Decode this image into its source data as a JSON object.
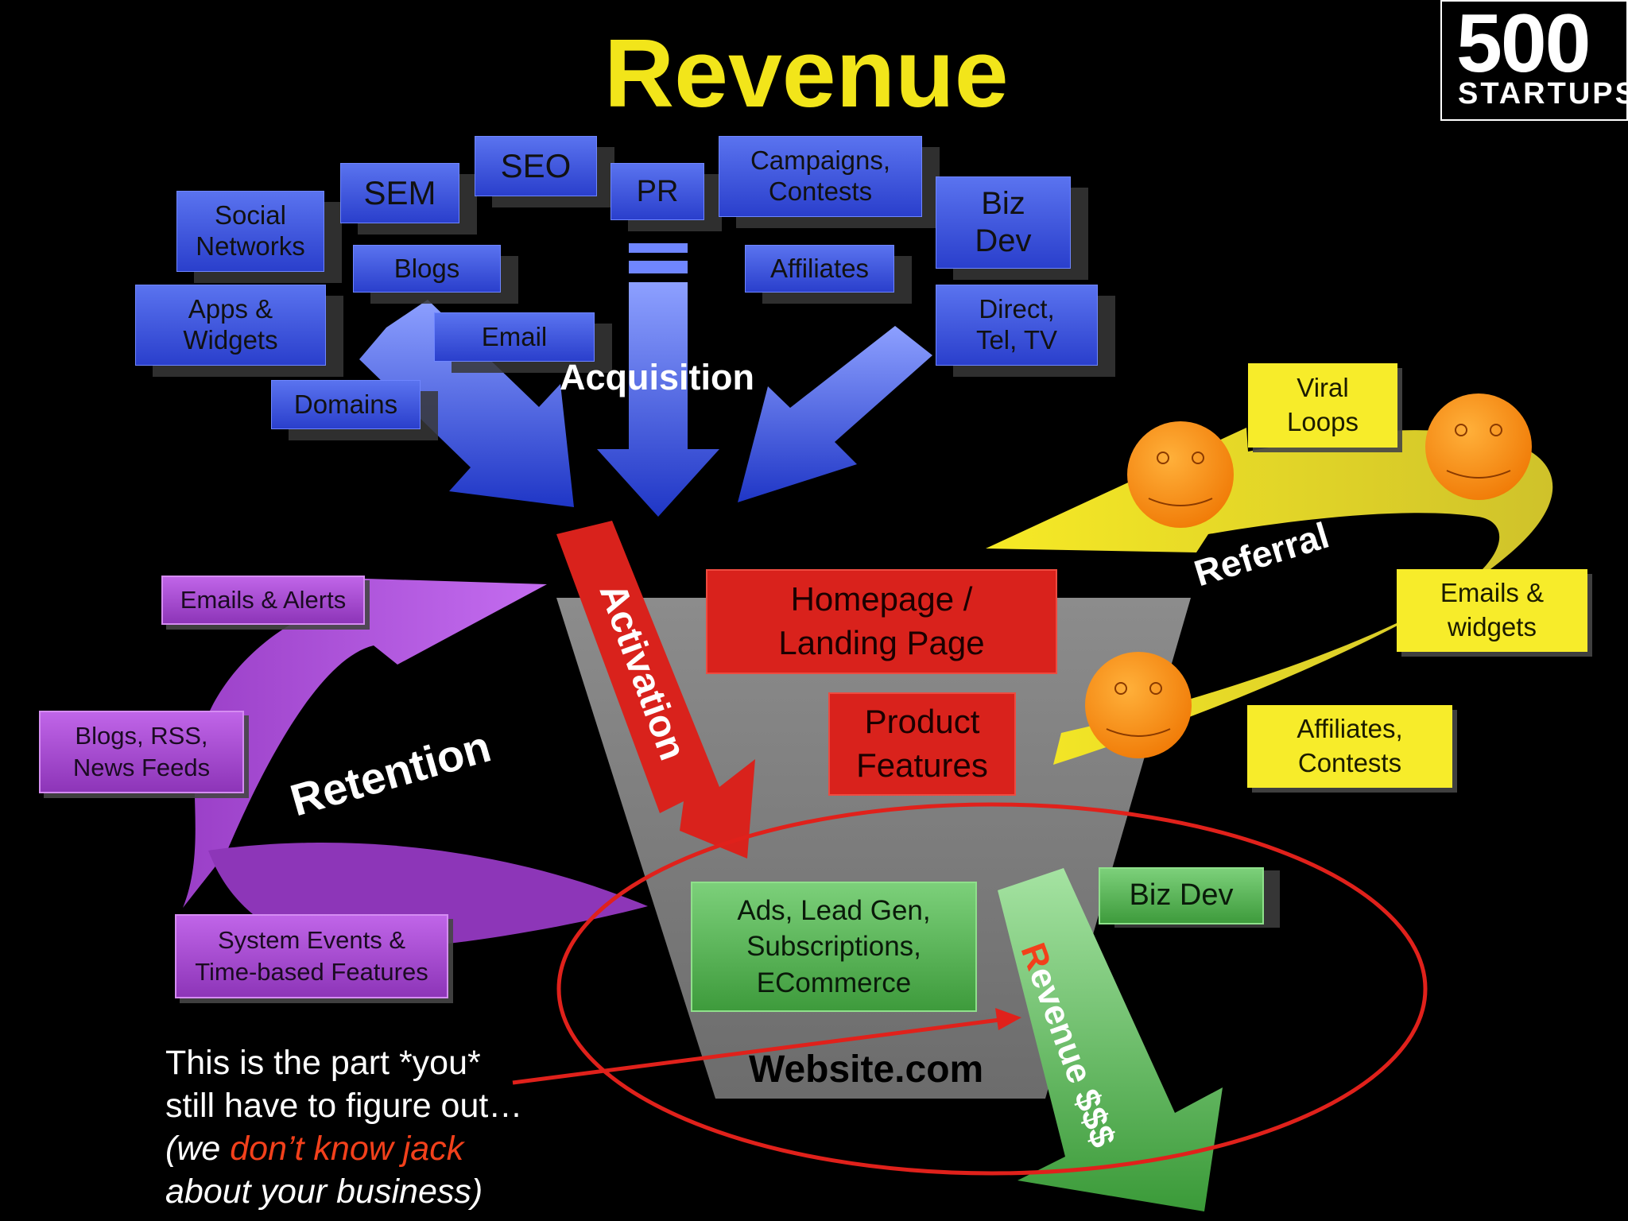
{
  "title": "Revenue",
  "logo": {
    "number": "500",
    "word": "STARTUPS"
  },
  "acquisition": {
    "label": "Acquisition",
    "channels": {
      "social_networks": "Social\nNetworks",
      "sem": "SEM",
      "seo": "SEO",
      "pr": "PR",
      "campaigns": "Campaigns,\nContests",
      "biz_dev": "Biz\nDev",
      "blogs": "Blogs",
      "affiliates": "Affiliates",
      "apps_widgets": "Apps &\nWidgets",
      "email": "Email",
      "direct": "Direct,\nTel, TV",
      "domains": "Domains"
    }
  },
  "activation": {
    "label": "Activation",
    "homepage": "Homepage /\nLanding Page",
    "product": "Product\nFeatures"
  },
  "referral": {
    "label": "Referral",
    "viral_loops": "Viral\nLoops",
    "emails_widgets": "Emails &\nwidgets",
    "affiliates_contests": "Affiliates,\nContests"
  },
  "retention": {
    "label": "Retention",
    "emails_alerts": "Emails & Alerts",
    "blogs_rss": "Blogs, RSS,\nNews Feeds",
    "system_events": "System Events &\nTime-based Features"
  },
  "revenue": {
    "label_first": "R",
    "label_rest": "evenue $$$",
    "ads": "Ads, Lead Gen,\nSubscriptions,\nECommerce",
    "biz_dev": "Biz Dev",
    "website": "Website.com"
  },
  "note": {
    "line1": "This is the part *you*",
    "line2": "still have to figure out…",
    "line3_pre": "(we ",
    "line3_highlight": "don’t know jack",
    "line4": "about your business)"
  },
  "colors": {
    "title": "#f2e51a",
    "acquisition_blue": "#2f46d6",
    "activation_red": "#d9221c",
    "referral_yellow": "#f7ec2a",
    "retention_purple": "#b257e0",
    "revenue_green": "#4fb04c",
    "highlight_orange": "#f2401b"
  }
}
